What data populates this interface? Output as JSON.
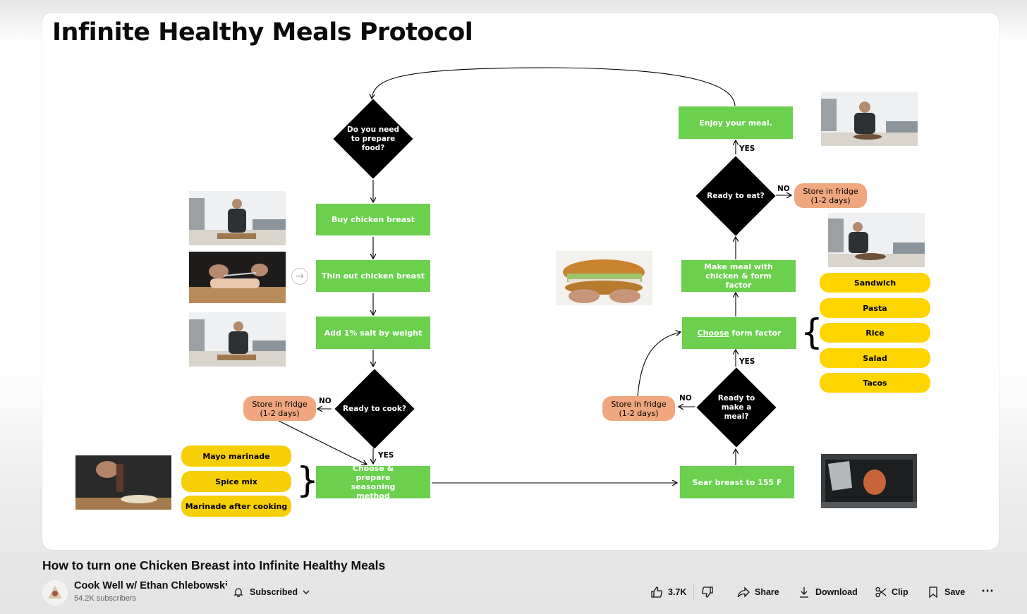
{
  "slide": {
    "title": "Infinite Healthy Meals Protocol",
    "diamonds": {
      "prepare": "Do you need to prepare food?",
      "cook": "Ready to cook?",
      "make_meal": "Ready to make a meal?",
      "eat": "Ready to eat?"
    },
    "steps": {
      "buy": "Buy chicken breast",
      "thin": "Thin out chicken breast",
      "salt": "Add 1% salt by weight",
      "seasoning": "Choose & prepare seasoning method",
      "sear": "Sear breast to 155 F",
      "form_factor_underlined": "Choose",
      "form_factor_rest": " form factor",
      "make_meal": "Make meal with chicken & form factor",
      "enjoy": "Enjoy your meal."
    },
    "store_fridge": "Store in fridge (1-2 days)",
    "yes": "YES",
    "no": "NO",
    "seasoning_options": [
      "Mayo marinade",
      "Spice mix",
      "Marinade after cooking"
    ],
    "form_factors": [
      "Sandwich",
      "Pasta",
      "Rice",
      "Salad",
      "Tacos"
    ],
    "next_arrow": "→"
  },
  "video": {
    "title": "How to turn one Chicken Breast into Infinite Healthy Meals",
    "channel": "Cook Well w/ Ethan Chlebowski",
    "subscribers": "54.2K subscribers",
    "subscribe_label": "Subscribed",
    "likes": "3.7K",
    "share_label": "Share",
    "download_label": "Download",
    "clip_label": "Clip",
    "save_label": "Save",
    "more_label": "⋯"
  },
  "colors": {
    "step_green": "#6ad04d",
    "store_orange": "#f0a67e",
    "option_yellow": "#ffd500",
    "diamond_black": "#000000"
  },
  "icons": [
    "bell-icon",
    "chevron-down-icon",
    "thumbs-up-icon",
    "thumbs-down-icon",
    "share-icon",
    "download-icon",
    "scissors-icon",
    "bookmark-icon",
    "more-icon",
    "arrow-circle-icon"
  ]
}
